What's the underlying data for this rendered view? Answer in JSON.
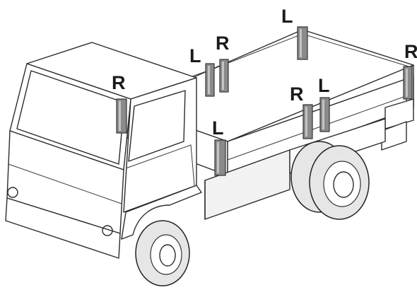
{
  "labels": [
    {
      "id": "post-cab-right",
      "text": "R"
    },
    {
      "id": "post-front-left",
      "text": "L"
    },
    {
      "id": "post-front-right",
      "text": "R"
    },
    {
      "id": "post-rear-left-top",
      "text": "L"
    },
    {
      "id": "post-rear-right-top",
      "text": "R"
    },
    {
      "id": "post-mid-right",
      "text": "R"
    },
    {
      "id": "post-mid-left",
      "text": "L"
    },
    {
      "id": "post-front-left-low",
      "text": "L"
    }
  ]
}
